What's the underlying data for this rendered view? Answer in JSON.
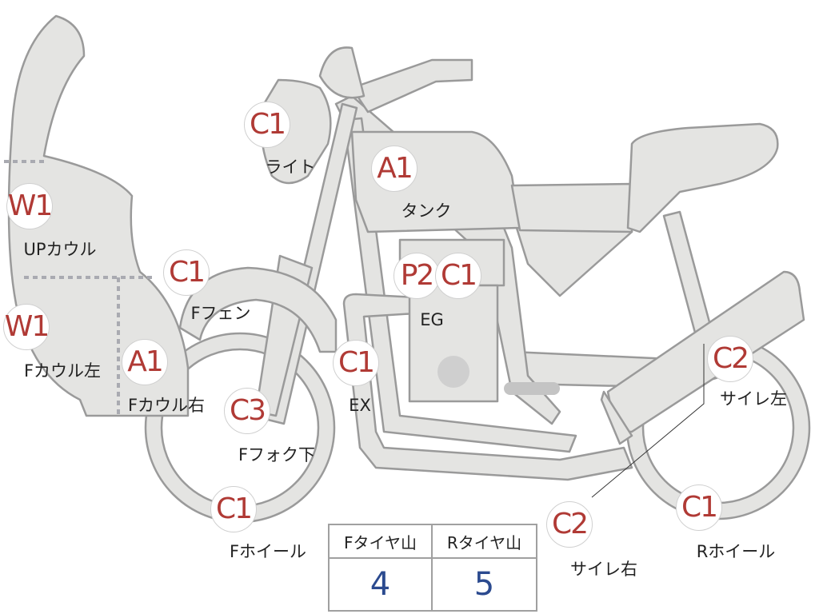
{
  "colors": {
    "part_fill": "#e4e4e2",
    "part_outline": "#9a9a9a",
    "grade_text": "#b03a35",
    "tire_value_text": "#2b4a8f",
    "seam_dash": "#a9aab1"
  },
  "parts": [
    {
      "id": "up-cowl",
      "grade": "W1",
      "label": "UPカウル"
    },
    {
      "id": "f-cowl-left",
      "grade": "W1",
      "label": "Fカウル左"
    },
    {
      "id": "f-cowl-right",
      "grade": "A1",
      "label": "Fカウル右"
    },
    {
      "id": "light",
      "grade": "C1",
      "label": "ライト"
    },
    {
      "id": "f-fender",
      "grade": "C1",
      "label": "Fフェン"
    },
    {
      "id": "f-fork-lower",
      "grade": "C3",
      "label": "Fフォク下"
    },
    {
      "id": "f-wheel",
      "grade": "C1",
      "label": "Fホイール"
    },
    {
      "id": "tank",
      "grade": "A1",
      "label": "タンク"
    },
    {
      "id": "engine",
      "grades": [
        "P2",
        "C1"
      ],
      "label": "EG"
    },
    {
      "id": "exhaust",
      "grade": "C1",
      "label": "EX"
    },
    {
      "id": "muffler-left",
      "grade": "C2",
      "label": "サイレ左"
    },
    {
      "id": "muffler-right",
      "grade": "C2",
      "label": "サイレ右"
    },
    {
      "id": "r-wheel",
      "grade": "C1",
      "label": "Rホイール"
    }
  ],
  "tire_table": {
    "headers": [
      "Fタイヤ山",
      "Rタイヤ山"
    ],
    "values": [
      "4",
      "5"
    ]
  }
}
